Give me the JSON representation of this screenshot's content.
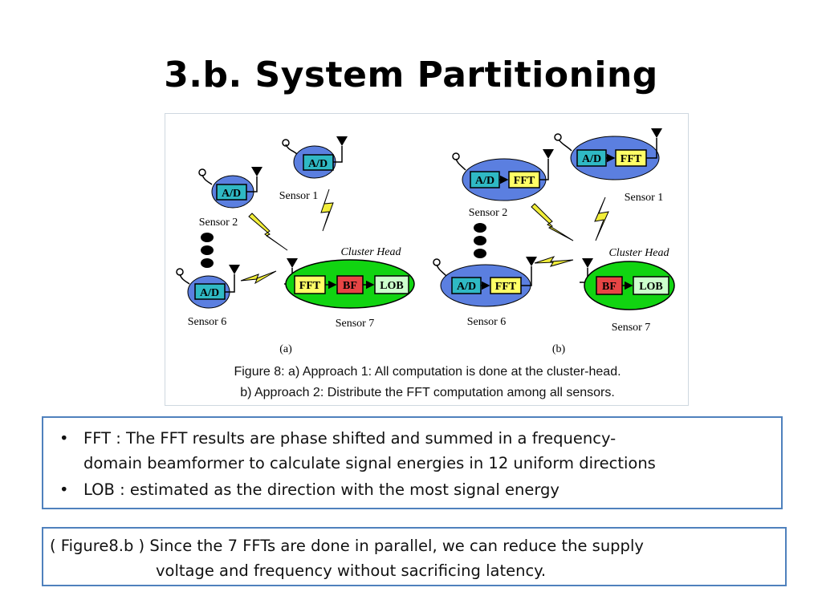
{
  "slide": {
    "title": "3.b. System Partitioning"
  },
  "figure": {
    "panel_a": {
      "label": "(a)",
      "cluster_head_label": "Cluster Head",
      "sensors": [
        {
          "name": "Sensor 1",
          "blocks": [
            "A/D"
          ]
        },
        {
          "name": "Sensor 2",
          "blocks": [
            "A/D"
          ]
        },
        {
          "name": "Sensor 6",
          "blocks": [
            "A/D"
          ]
        },
        {
          "name": "Sensor 7",
          "blocks": [
            "FFT",
            "BF",
            "LOB"
          ]
        }
      ]
    },
    "panel_b": {
      "label": "(b)",
      "cluster_head_label": "Cluster Head",
      "sensors": [
        {
          "name": "Sensor 1",
          "blocks": [
            "A/D",
            "FFT"
          ]
        },
        {
          "name": "Sensor 2",
          "blocks": [
            "A/D",
            "FFT"
          ]
        },
        {
          "name": "Sensor 6",
          "blocks": [
            "A/D",
            "FFT"
          ]
        },
        {
          "name": "Sensor 7",
          "blocks": [
            "BF",
            "LOB"
          ]
        }
      ]
    },
    "caption_line1": "Figure 8:  a) Approach 1: All computation is done at the cluster-head.",
    "caption_line2": "b) Approach 2: Distribute the FFT computation among all sensors.",
    "colors": {
      "sensor_blue": "#5b7fe0",
      "cluster_green": "#11d411",
      "ad_teal": "#2fb9c4",
      "fft_yellow": "#ffff66",
      "bf_red": "#e84545",
      "lob_mint": "#ccffcc",
      "lightning_yellow": "#f2ee3a"
    }
  },
  "bullets": [
    {
      "line1": "FFT : The FFT results are phase shifted and summed in a frequency-",
      "line2": "domain beamformer to calculate signal energies in 12 uniform directions"
    },
    {
      "line1": "LOB : estimated as the direction with the most signal energy"
    }
  ],
  "note": {
    "line1": "( Figure8.b ) Since the 7 FFTs are done in parallel, we can reduce the supply",
    "line2": "voltage and frequency without sacrificing latency."
  }
}
